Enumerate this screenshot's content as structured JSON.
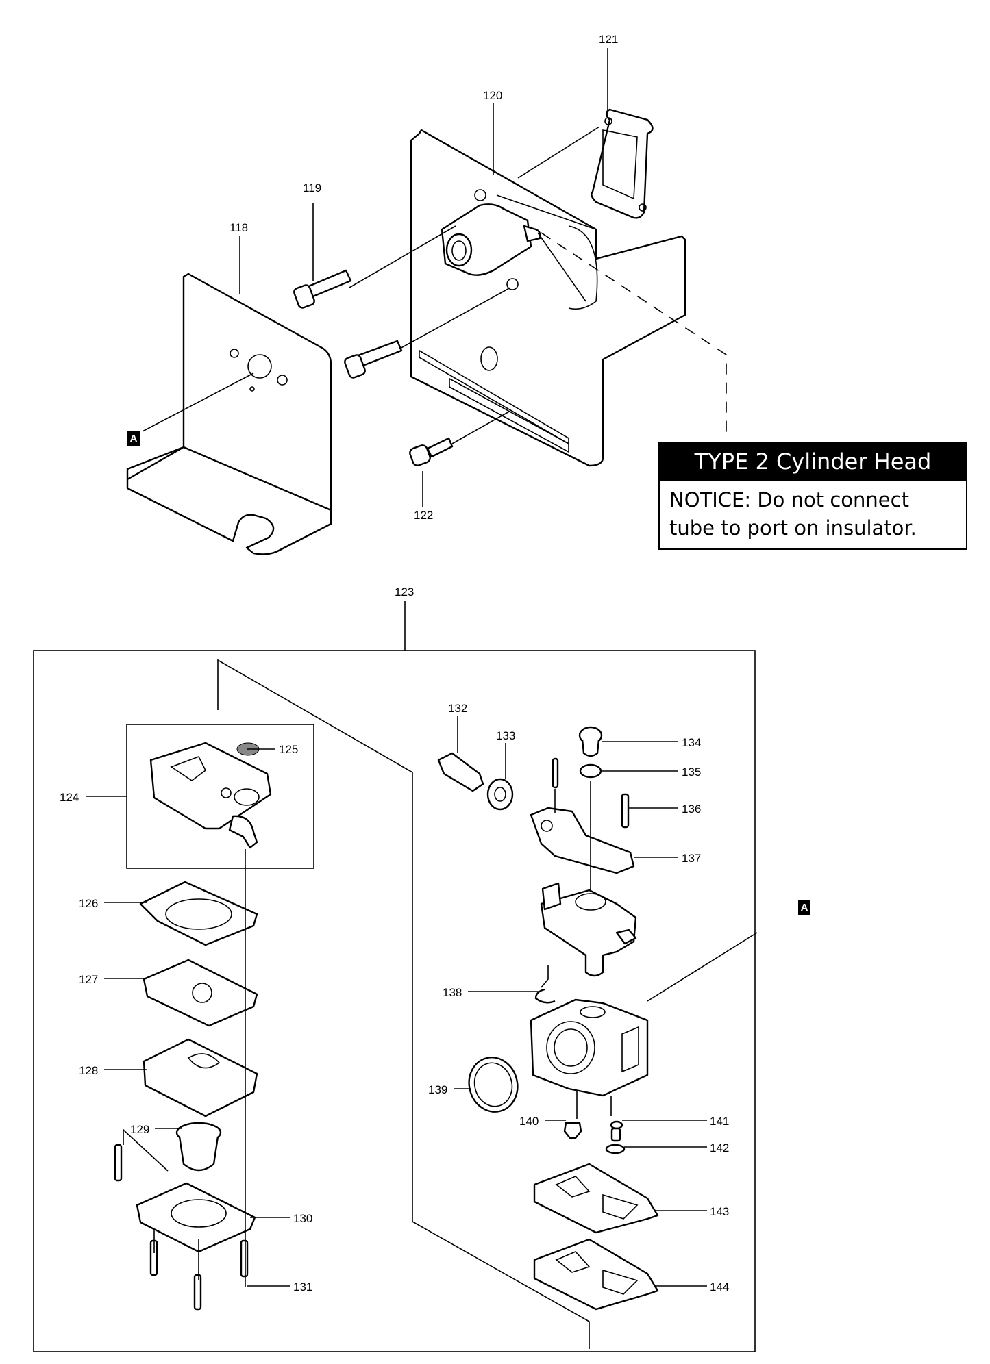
{
  "notice": {
    "title": "TYPE 2 Cylinder Head",
    "text": "NOTICE: Do not connect tube to port on insulator."
  },
  "reference_marks": [
    "A",
    "A"
  ],
  "part_numbers": {
    "p118": "118",
    "p119": "119",
    "p120": "120",
    "p121": "121",
    "p122": "122",
    "p123": "123",
    "p124": "124",
    "p125": "125",
    "p126": "126",
    "p127": "127",
    "p128": "128",
    "p129": "129",
    "p130": "130",
    "p131": "131",
    "p132": "132",
    "p133": "133",
    "p134": "134",
    "p135": "135",
    "p136": "136",
    "p137": "137",
    "p138": "138",
    "p139": "139",
    "p140": "140",
    "p141": "141",
    "p142": "142",
    "p143": "143",
    "p144": "144"
  }
}
